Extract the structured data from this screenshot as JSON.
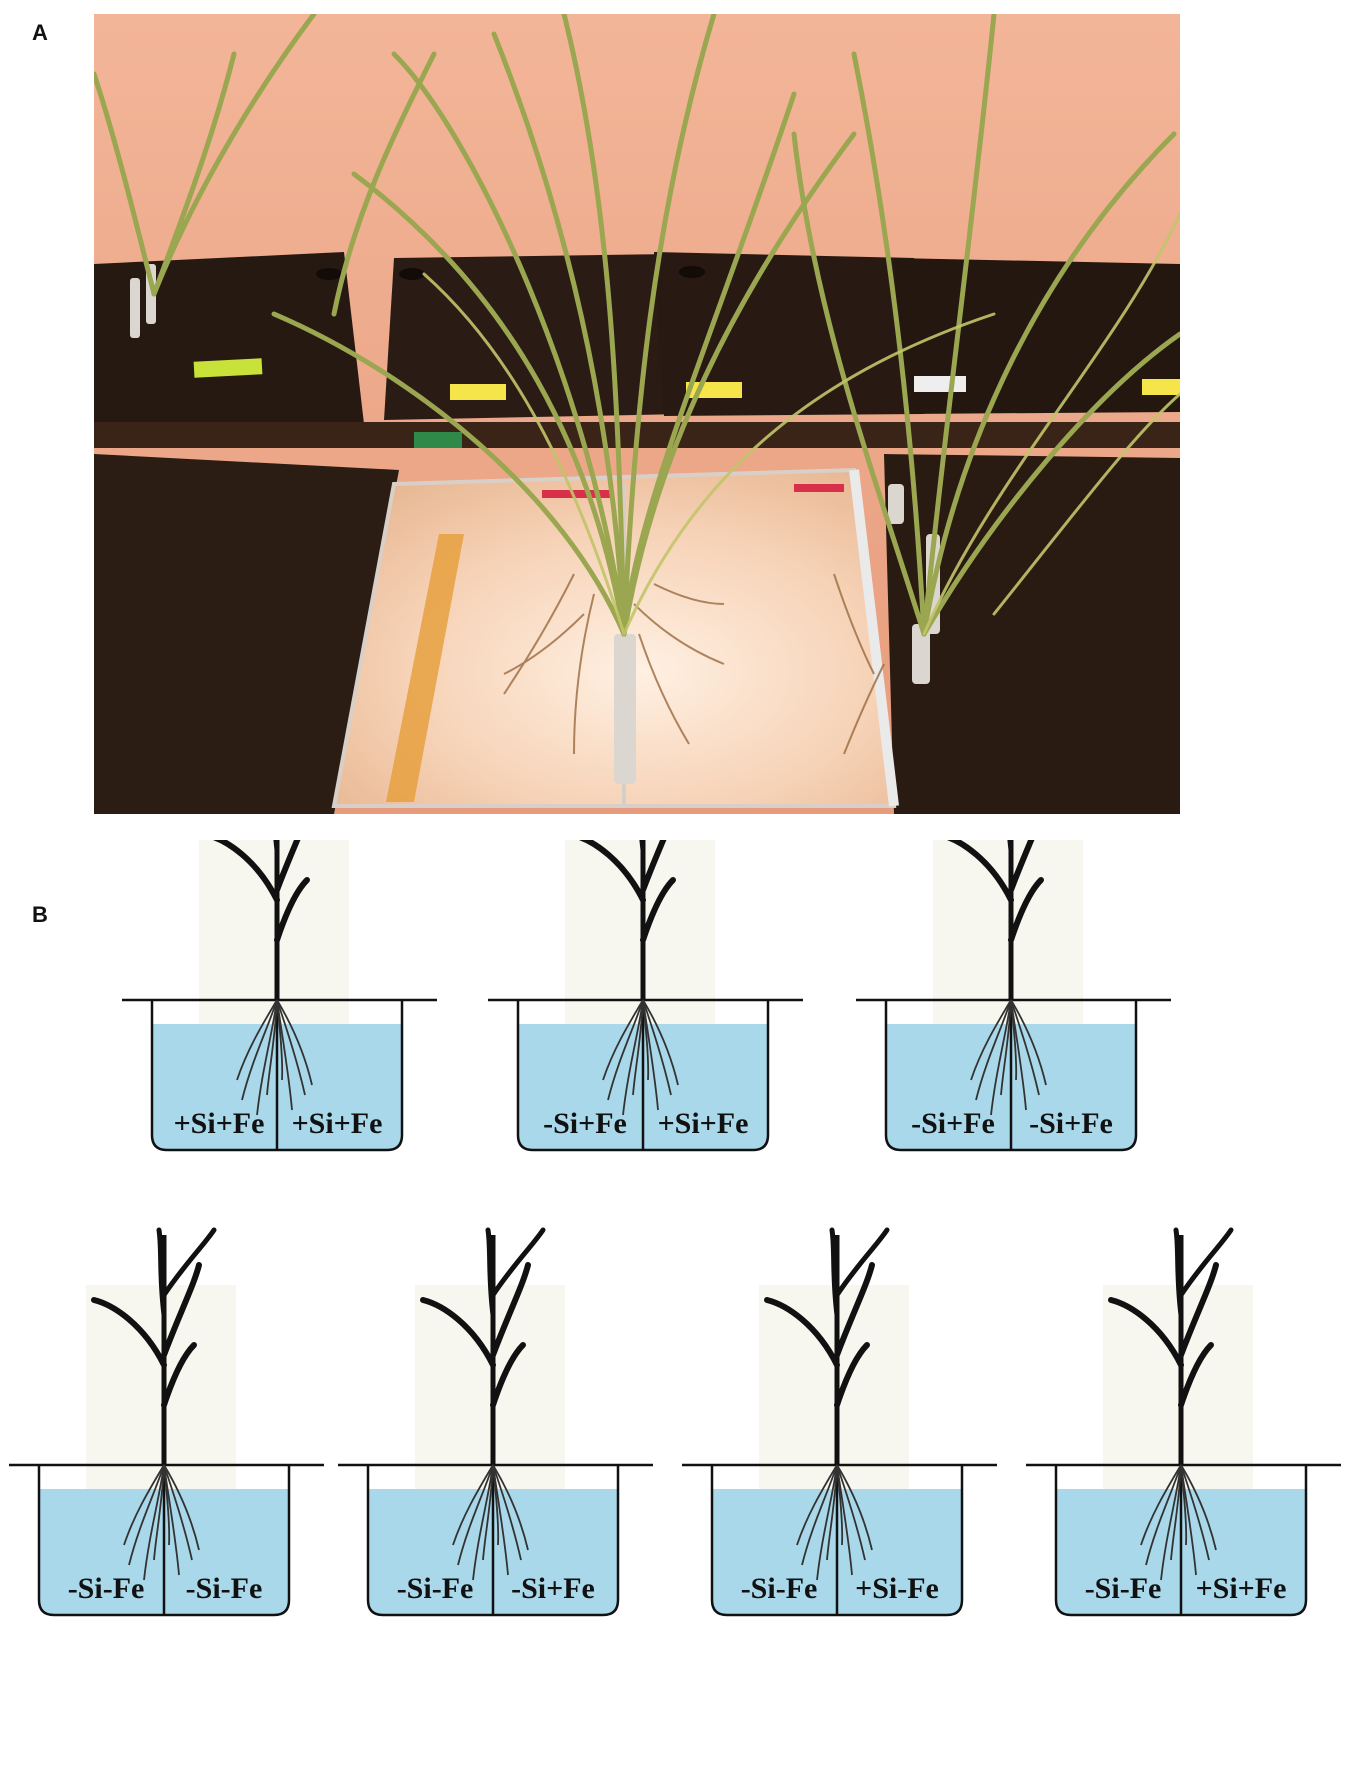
{
  "panels": {
    "a": {
      "letter": "A"
    },
    "b": {
      "letter": "B"
    }
  },
  "photo_labels": [
    "",
    "",
    "",
    "",
    "",
    "",
    "",
    ""
  ],
  "setups": [
    {
      "left": "+Si+Fe",
      "right": "+Si+Fe"
    },
    {
      "left": "-Si+Fe",
      "right": "+Si+Fe"
    },
    {
      "left": "-Si+Fe",
      "right": "-Si+Fe"
    },
    {
      "left": "-Si-Fe",
      "right": "-Si-Fe"
    },
    {
      "left": "-Si-Fe",
      "right": "-Si+Fe"
    },
    {
      "left": "-Si-Fe",
      "right": "+Si-Fe"
    },
    {
      "left": "-Si-Fe",
      "right": "+Si+Fe"
    }
  ],
  "colors": {
    "water": "#a8d8ea",
    "plant": "#1a1a1a",
    "board": "#2a1c14",
    "wall": "#f0b090",
    "leaf": "#9aa650",
    "sticky_note": "#e6ef3a"
  }
}
